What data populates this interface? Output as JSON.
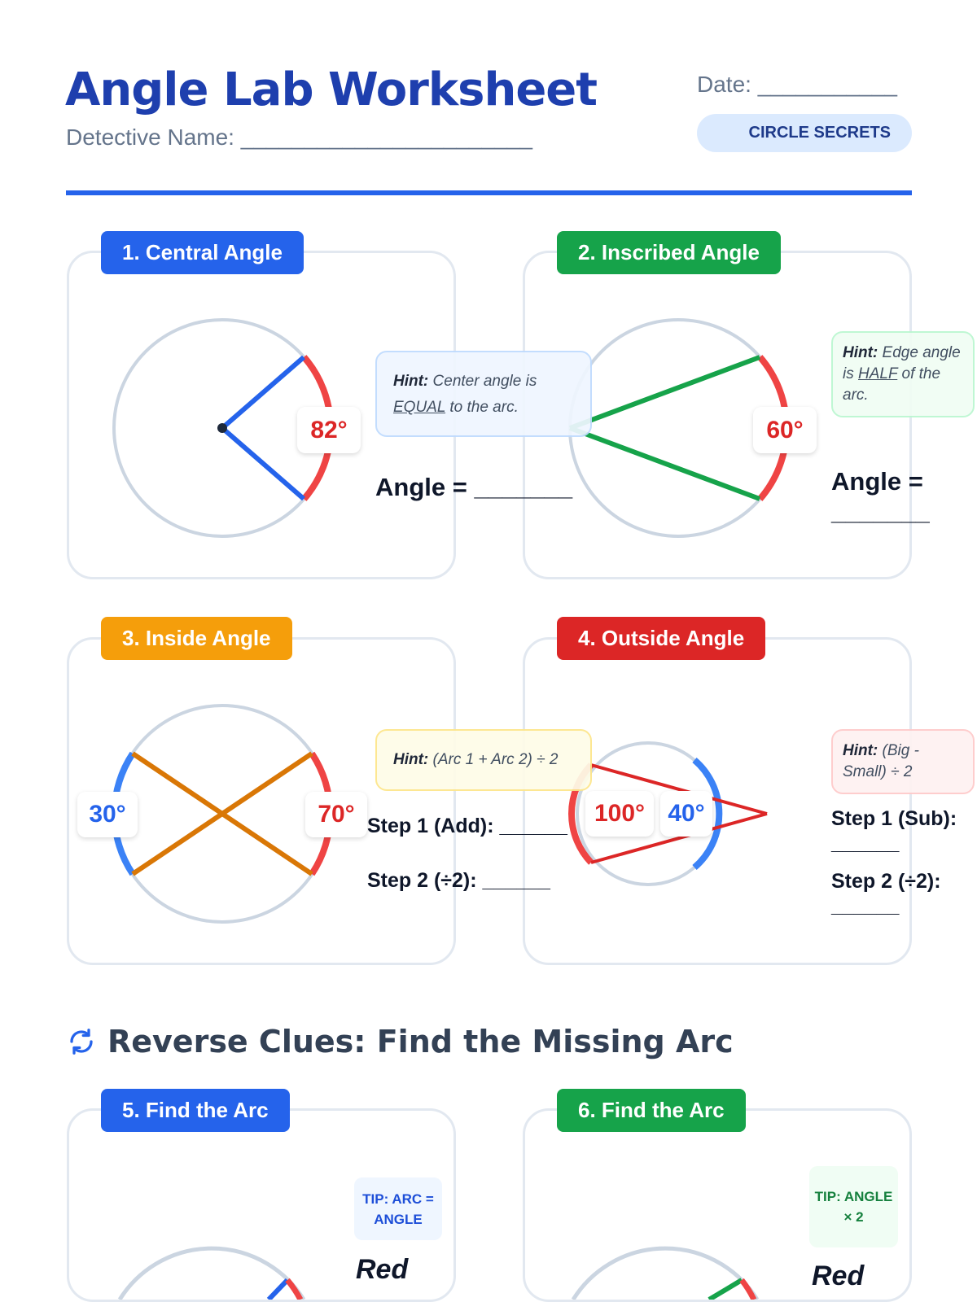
{
  "header": {
    "title": "Angle Lab Worksheet",
    "name_label": "Detective Name: _______________________",
    "date_label": "Date: ___________",
    "badge": "CIRCLE SECRETS"
  },
  "colors": {
    "blue": "#2563eb",
    "green": "#16a34a",
    "orange": "#f59e0b",
    "red": "#dc2626",
    "arc_red": "#ef4444",
    "arc_blue": "#3b82f6"
  },
  "cards": [
    {
      "title": "1. Central Angle",
      "hint_label": "Hint:",
      "hint_line1": "Center angle is",
      "hint_em": "EQUAL",
      "hint_line2": "to the arc.",
      "arc": "82°",
      "answer": "Angle = _______"
    },
    {
      "title": "2. Inscribed Angle",
      "hint_label": "Hint:",
      "hint_line1": "Edge angle is",
      "hint_em": "HALF",
      "hint_line2": "of the arc.",
      "arc": "60°",
      "answer": "Angle = _______"
    },
    {
      "title": "3. Inside Angle",
      "hint_label": "Hint:",
      "hint_text": "(Arc 1 + Arc 2) ÷ 2",
      "arc_left": "30°",
      "arc_right": "70°",
      "step1": "Step 1 (Add): ______",
      "step2": "Step 2 (÷2): ______"
    },
    {
      "title": "4. Outside Angle",
      "hint_label": "Hint:",
      "hint_text": "(Big - Small) ÷ 2",
      "arc_big": "100°",
      "arc_small": "40°",
      "step1": "Step 1 (Sub): ______",
      "step2": "Step 2 (÷2): ______"
    }
  ],
  "section": {
    "icon": "refresh-icon",
    "title": "Reverse Clues: Find the Missing Arc"
  },
  "reverse": [
    {
      "title": "5. Find the Arc",
      "tip": "TIP: ARC = ANGLE",
      "red": "Red"
    },
    {
      "title": "6. Find the Arc",
      "tip": "TIP: ANGLE × 2",
      "red": "Red"
    }
  ]
}
